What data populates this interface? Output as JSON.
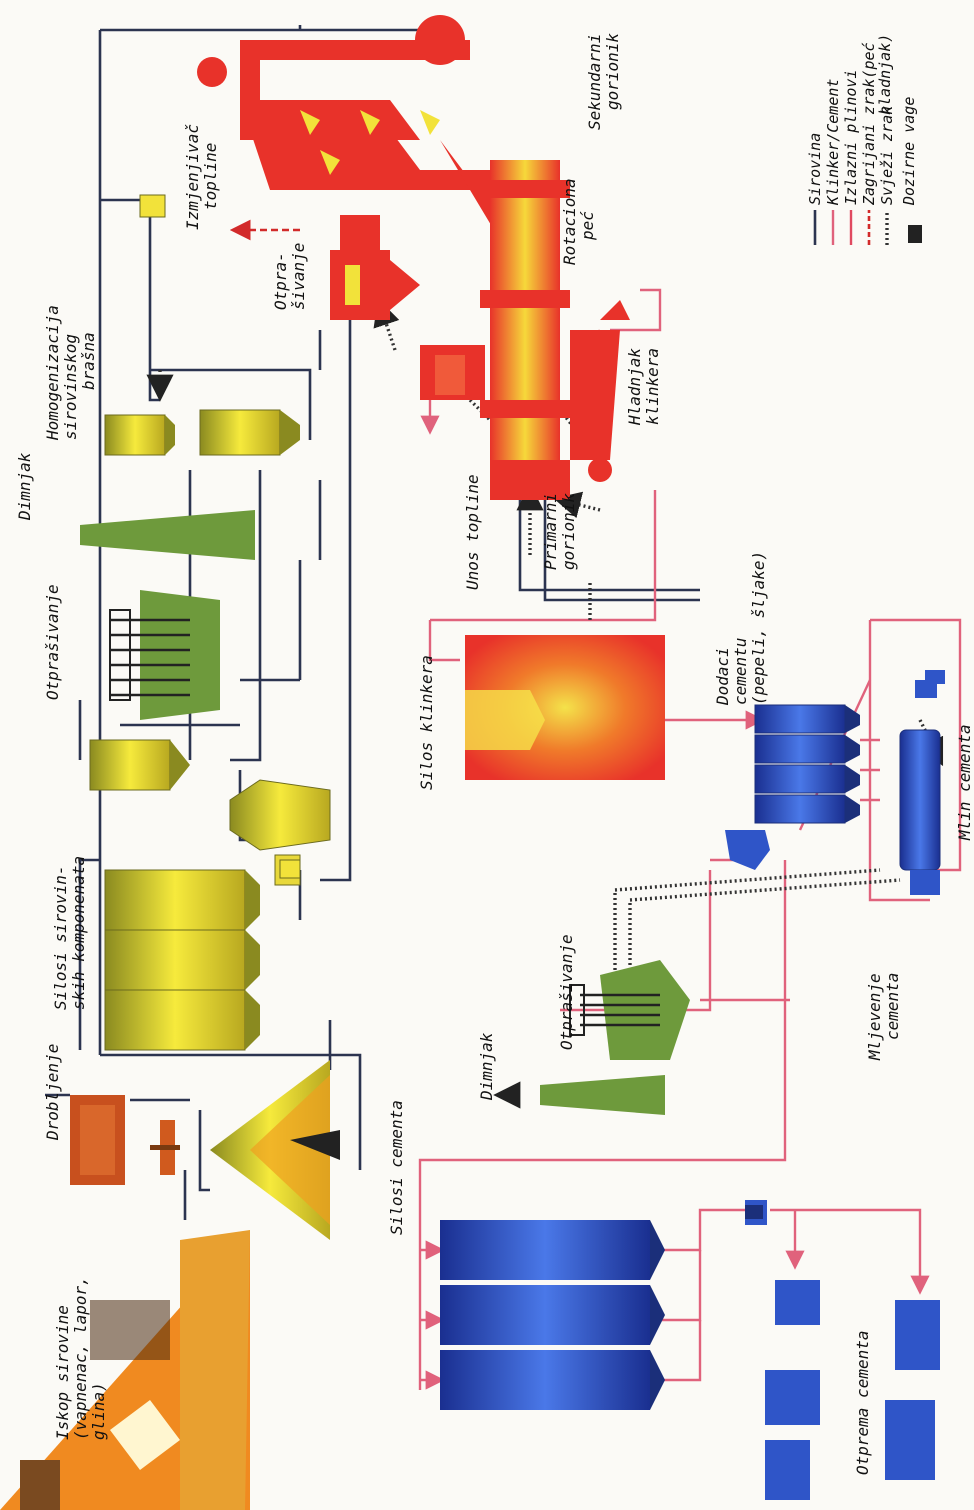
{
  "labels": {
    "iskop": [
      "Iskop sirovine",
      "(vapnenac, lapor,",
      "glina)"
    ],
    "drobljenje": "Drobljenje",
    "silosi_sirov": [
      "Silosi sirovin-",
      "skih komponenata"
    ],
    "otprasivanje_1": "Otprašivanje",
    "dimnjak_1": "Dimnjak",
    "homogenizacija": [
      "Homogenizacija",
      "sirovinskog",
      "brašna"
    ],
    "izmjenjivac": [
      "Izmjenjivač",
      "topline"
    ],
    "otprasivanje_2": [
      "Otpra-",
      "šivanje"
    ],
    "sekundarni": [
      "Sekundarni",
      "gorionik"
    ],
    "rotaciona": [
      "Rotaciona",
      "peć"
    ],
    "hladnjak": [
      "Hladnjak",
      "klinkera"
    ],
    "unos": "Unos topline",
    "primarni": [
      "Primarni",
      "gorionik"
    ],
    "silos_klinkera": "Silos klinkera",
    "dodaci": [
      "Dodaci",
      "cementu",
      "(pepeli, šljake)"
    ],
    "mlin": "Mlin cementa",
    "otprasivanje_3": "Otprašivanje",
    "dimnjak_2": "Dimnjak",
    "mljevenje": [
      "Mljevenje",
      "cementa"
    ],
    "silosi_cementa": "Silosi cementa",
    "otprema": "Otprema cementa"
  },
  "legend": [
    {
      "label": "Sirovina",
      "color": "#2c3450"
    },
    {
      "label": "Klinker/Cement",
      "color": "#e0627c"
    },
    {
      "label": "Izlazni plinovi",
      "color": "#e04a60"
    },
    {
      "label": "Zagrijani zrak(peć",
      "color": "#d22a2a"
    },
    {
      "label": "Svježi zrak",
      "color": "#333333"
    },
    {
      "label": "Dozirne vage",
      "color": "#222222"
    }
  ],
  "legend_extra": "hladnjak)",
  "colors": {
    "raw": "#2c3450",
    "clinker": "#e0627c",
    "kiln": "#e8322a",
    "silo_yellow": "#f2e23a",
    "filter_green": "#6e9a3c",
    "cement_blue": "#2f55c8"
  }
}
